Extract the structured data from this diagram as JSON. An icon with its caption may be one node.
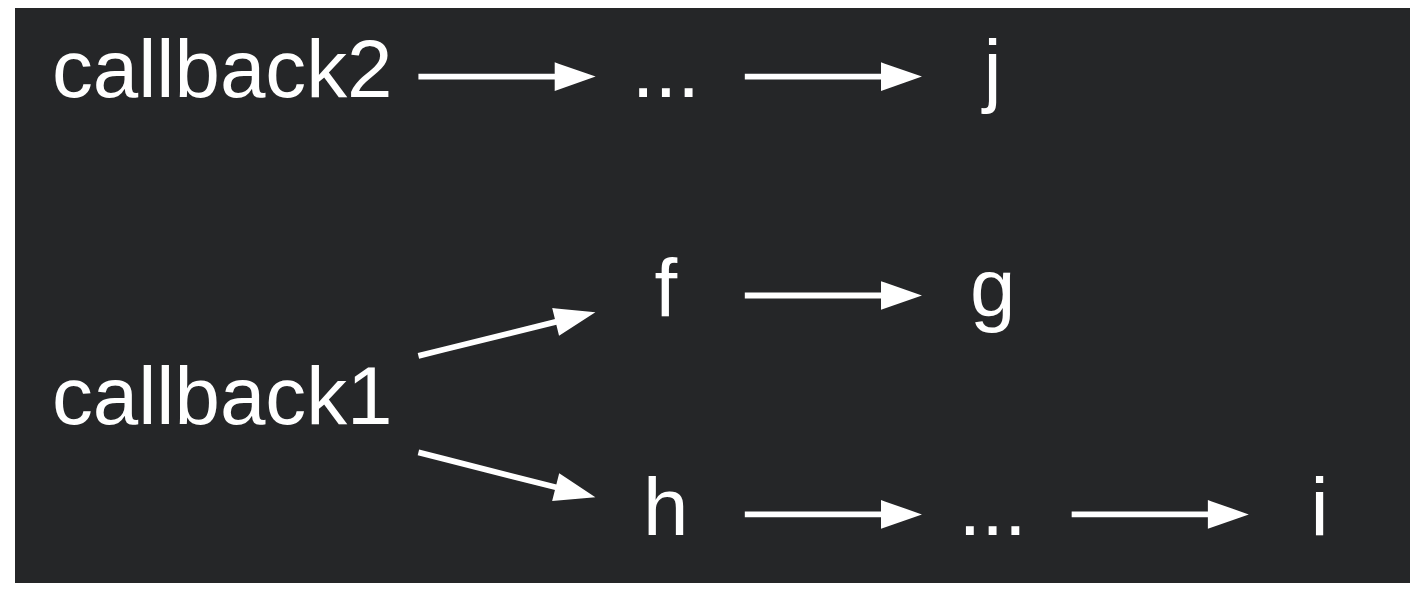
{
  "diagram": {
    "nodes": [
      {
        "text": [
          "callback1"
        ]
      },
      {
        "text": [
          "f"
        ]
      },
      {
        "text": [
          "g"
        ]
      },
      {
        "text": [
          "h"
        ]
      },
      {
        "text": [
          "..."
        ]
      },
      {
        "text": [
          "i"
        ]
      },
      {
        "text": [
          "callback2"
        ]
      },
      {
        "text": [
          "..."
        ]
      },
      {
        "text": [
          "j"
        ]
      }
    ],
    "edges": [
      {
        "from": 0,
        "to": 1,
        "arrow": "to"
      },
      {
        "from": 1,
        "to": 2,
        "arrow": "to"
      },
      {
        "from": 0,
        "to": 3,
        "arrow": "to"
      },
      {
        "from": 3,
        "to": 4,
        "arrow": "to"
      },
      {
        "from": 4,
        "to": 5,
        "arrow": "to"
      },
      {
        "from": 6,
        "to": 7,
        "arrow": "to"
      },
      {
        "from": 7,
        "to": 8,
        "arrow": "to"
      }
    ]
  }
}
